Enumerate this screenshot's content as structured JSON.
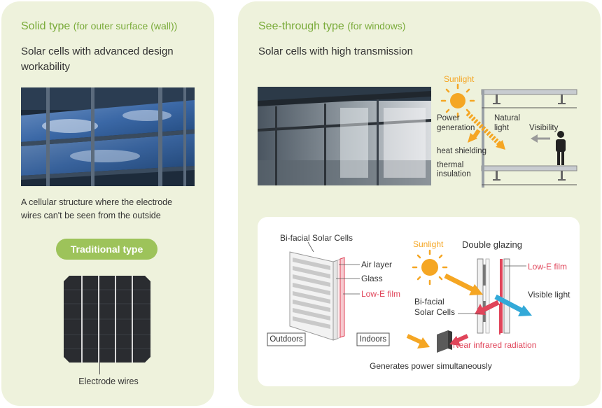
{
  "solid": {
    "heading": "Solid type",
    "heading_sub": "(for outer surface (wall))",
    "subtitle_line1": "Solar cells with advanced design",
    "subtitle_line2": "workability",
    "caption_line1": "A cellular structure where the electrode",
    "caption_line2": "wires can't be seen from the outside",
    "pill": "Traditional type",
    "electrode_label": "Electrode wires"
  },
  "seethrough": {
    "heading": "See-through type",
    "heading_sub": "(for windows)",
    "subtitle": "Solar cells with high transmission",
    "sunlight": "Sunlight",
    "power_line1": "Power",
    "power_line2": "generation",
    "natural_line1": "Natural",
    "natural_line2": "light",
    "visibility": "Visibility",
    "heat_shielding": "heat shielding",
    "thermal_line1": "thermal",
    "thermal_line2": "insulation"
  },
  "glazing": {
    "bifacial_title": "Bi-facial Solar Cells",
    "air_layer": "Air layer",
    "glass": "Glass",
    "lowe_film": "Low-E film",
    "outdoors": "Outdoors",
    "indoors": "Indoors",
    "sunlight": "Sunlight",
    "double_glazing": "Double glazing",
    "lowe_film_right": "Low-E film",
    "visible_light": "Visible light",
    "bifacial_line1": "Bi-facial",
    "bifacial_line2": "Solar Cells",
    "near_infrared": "Near infrared radiation",
    "generates": "Generates power simultaneously"
  },
  "colors": {
    "accent_green": "#7aab3a",
    "pill_green": "#9dc35a",
    "sun_orange": "#f5a623",
    "lowe_red": "#e0455a",
    "visible_blue": "#33a9d8"
  }
}
